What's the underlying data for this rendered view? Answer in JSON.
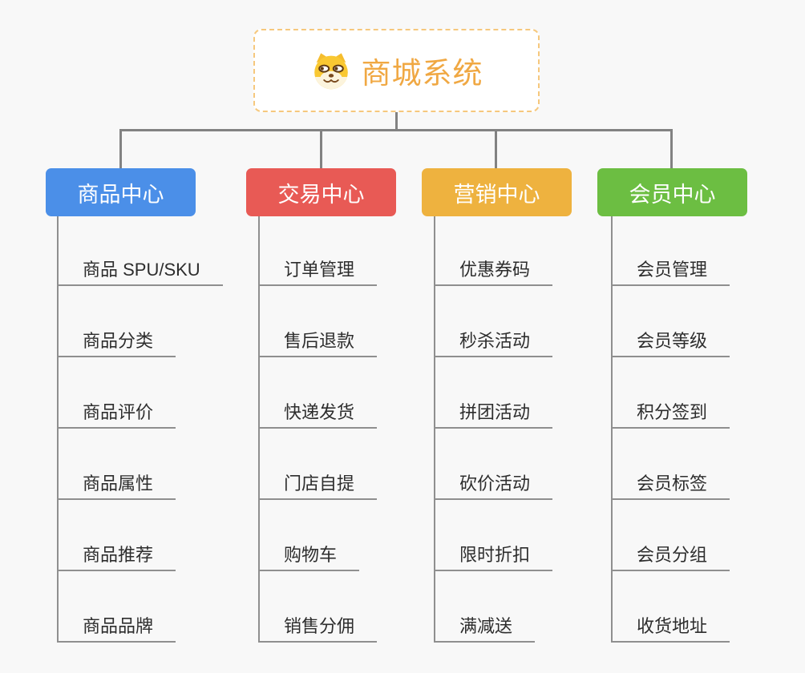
{
  "root": {
    "title": "商城系统",
    "icon": "dog-face-icon",
    "text_color": "#F0A843",
    "border_color": "#F6C87D",
    "background": "#FFFFFF"
  },
  "canvas": {
    "background_color": "#F8F8F8",
    "connector_color": "#828282",
    "underline_color": "#8F8F8F",
    "item_text_color": "#2D2D2D"
  },
  "branches": [
    {
      "title": "商品中心",
      "color": "#4B8FE8",
      "items": [
        "商品 SPU/SKU",
        "商品分类",
        "商品评价",
        "商品属性",
        "商品推荐",
        "商品品牌"
      ]
    },
    {
      "title": "交易中心",
      "color": "#E85A55",
      "items": [
        "订单管理",
        "售后退款",
        "快递发货",
        "门店自提",
        "购物车",
        "销售分佣"
      ]
    },
    {
      "title": "营销中心",
      "color": "#EEB23F",
      "items": [
        "优惠券码",
        "秒杀活动",
        "拼团活动",
        "砍价活动",
        "限时折扣",
        "满减送"
      ]
    },
    {
      "title": "会员中心",
      "color": "#6CBE42",
      "items": [
        "会员管理",
        "会员等级",
        "积分签到",
        "会员标签",
        "会员分组",
        "收货地址"
      ]
    }
  ]
}
